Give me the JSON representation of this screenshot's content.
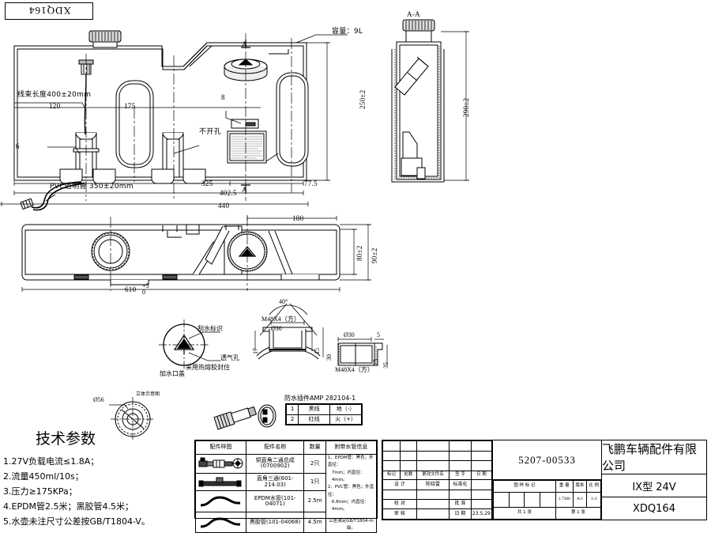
{
  "drawing": {
    "top_left_box_label": "XDQ164",
    "part_number": "5207-00533",
    "company": "飞鹏车辆配件有限公司",
    "model": "IX型  24V",
    "drawing_code": "XDQ164"
  },
  "views": {
    "front_label_capacity": "容量：9L",
    "section_label": "A-A",
    "section_arrow_top": "A",
    "section_arrow_bottom": "A",
    "no_hole_note": "不开孔",
    "harness_note": "线束长度400±20mm",
    "pvc_note": "PVC透明管 350±20mm",
    "callout_8": "8",
    "callout_6": "6"
  },
  "dimensions": {
    "front": {
      "d120": "120",
      "d175": "175",
      "d325": "325",
      "d77_5": "77.5",
      "d402_5": "402.5",
      "d440": "440",
      "d250": "250±2",
      "d290": "290±2"
    },
    "top": {
      "d180": "180",
      "d610": "610",
      "d610_tol_up": "+5",
      "d610_tol_dn": "0",
      "d80": "80±2",
      "d90": "90±2",
      "angle": "40°"
    },
    "cap_detail": {
      "thread": "M48X4（方）",
      "dia30_a": "Ø30",
      "dia30_b": "Ø30",
      "h17": "17",
      "h15": "15",
      "h30": "30",
      "h25": "25",
      "h35": "35",
      "h5": "5"
    },
    "knob": {
      "dia56": "Ø56",
      "iso_label": "立体示意图"
    }
  },
  "cap_notes": {
    "wiper_mark": "刮水标识",
    "vent_hole": "透气孔",
    "seal_note": "采用热熔胶封住",
    "filler_cap": "加水口盖"
  },
  "tech_params": {
    "title": "技术参数",
    "lines": [
      "1.27V负载电流≤1.8A；",
      "2.流量450ml/10s；",
      "3.压力≥175KPa；",
      "4.EPDM管2.5米；黑胶管4.5米；",
      "5.水壶未注尺寸公差按GB/T1804-V。"
    ]
  },
  "connector": {
    "title": "防水插件AMP 282104-1",
    "rows": [
      {
        "no": "1",
        "wire": "黑线",
        "pole": "地（-）"
      },
      {
        "no": "2",
        "wire": "红线",
        "pole": "火（+）"
      }
    ]
  },
  "parts_table": {
    "headers": [
      "配件样图",
      "配件名称",
      "数量",
      "附带水管信息"
    ],
    "rows": [
      {
        "icon": "elbow-tee-assembly-icon",
        "name": "铜直角二通总成",
        "name2": "(0700902)",
        "qty": "2只"
      },
      {
        "icon": "right-angle-tee-icon",
        "name": "直角三通(601-214.03)",
        "name2": "",
        "qty": "1只"
      },
      {
        "icon": "hose-icon",
        "name": "EPDM水管(101-04071)",
        "name2": "",
        "qty": "2.5m"
      },
      {
        "icon": "hose-icon",
        "name": "黑胶管(101-04068)",
        "name2": "",
        "qty": "4.5m"
      }
    ],
    "info_lines": [
      "1、EPDM管：黑色；外直径：",
      "7mm；内直径：4mm。",
      "2、PVC管：黑色；外直径：",
      "6.8mm；内直径：4mm。",
      "公差满足GB/T1804-m级。"
    ]
  },
  "title_block": {
    "rev_headers": [
      "标记",
      "处数",
      "更改文件名",
      "签 字",
      "日 期"
    ],
    "role_rows": [
      {
        "role": "设  计",
        "name": "陈晓雷",
        "role2": "标准化",
        "name2": ""
      },
      {
        "role": "",
        "name": "",
        "role2": "",
        "name2": ""
      },
      {
        "role": "校  对",
        "name": "",
        "role2": "批  准",
        "name2": ""
      },
      {
        "role": "审  核",
        "name": "",
        "role2": "日  期",
        "name2": "23.5.29"
      }
    ],
    "mark_header": "图 样 标 记",
    "weight_header": "重  量",
    "version_header": "版本",
    "scale_header": "比  例",
    "weight_value": "1.7366",
    "version_value": "A/1",
    "scale_value": "1:4",
    "sheet_count": "共  1  张",
    "sheet_index": "第  1  张"
  }
}
